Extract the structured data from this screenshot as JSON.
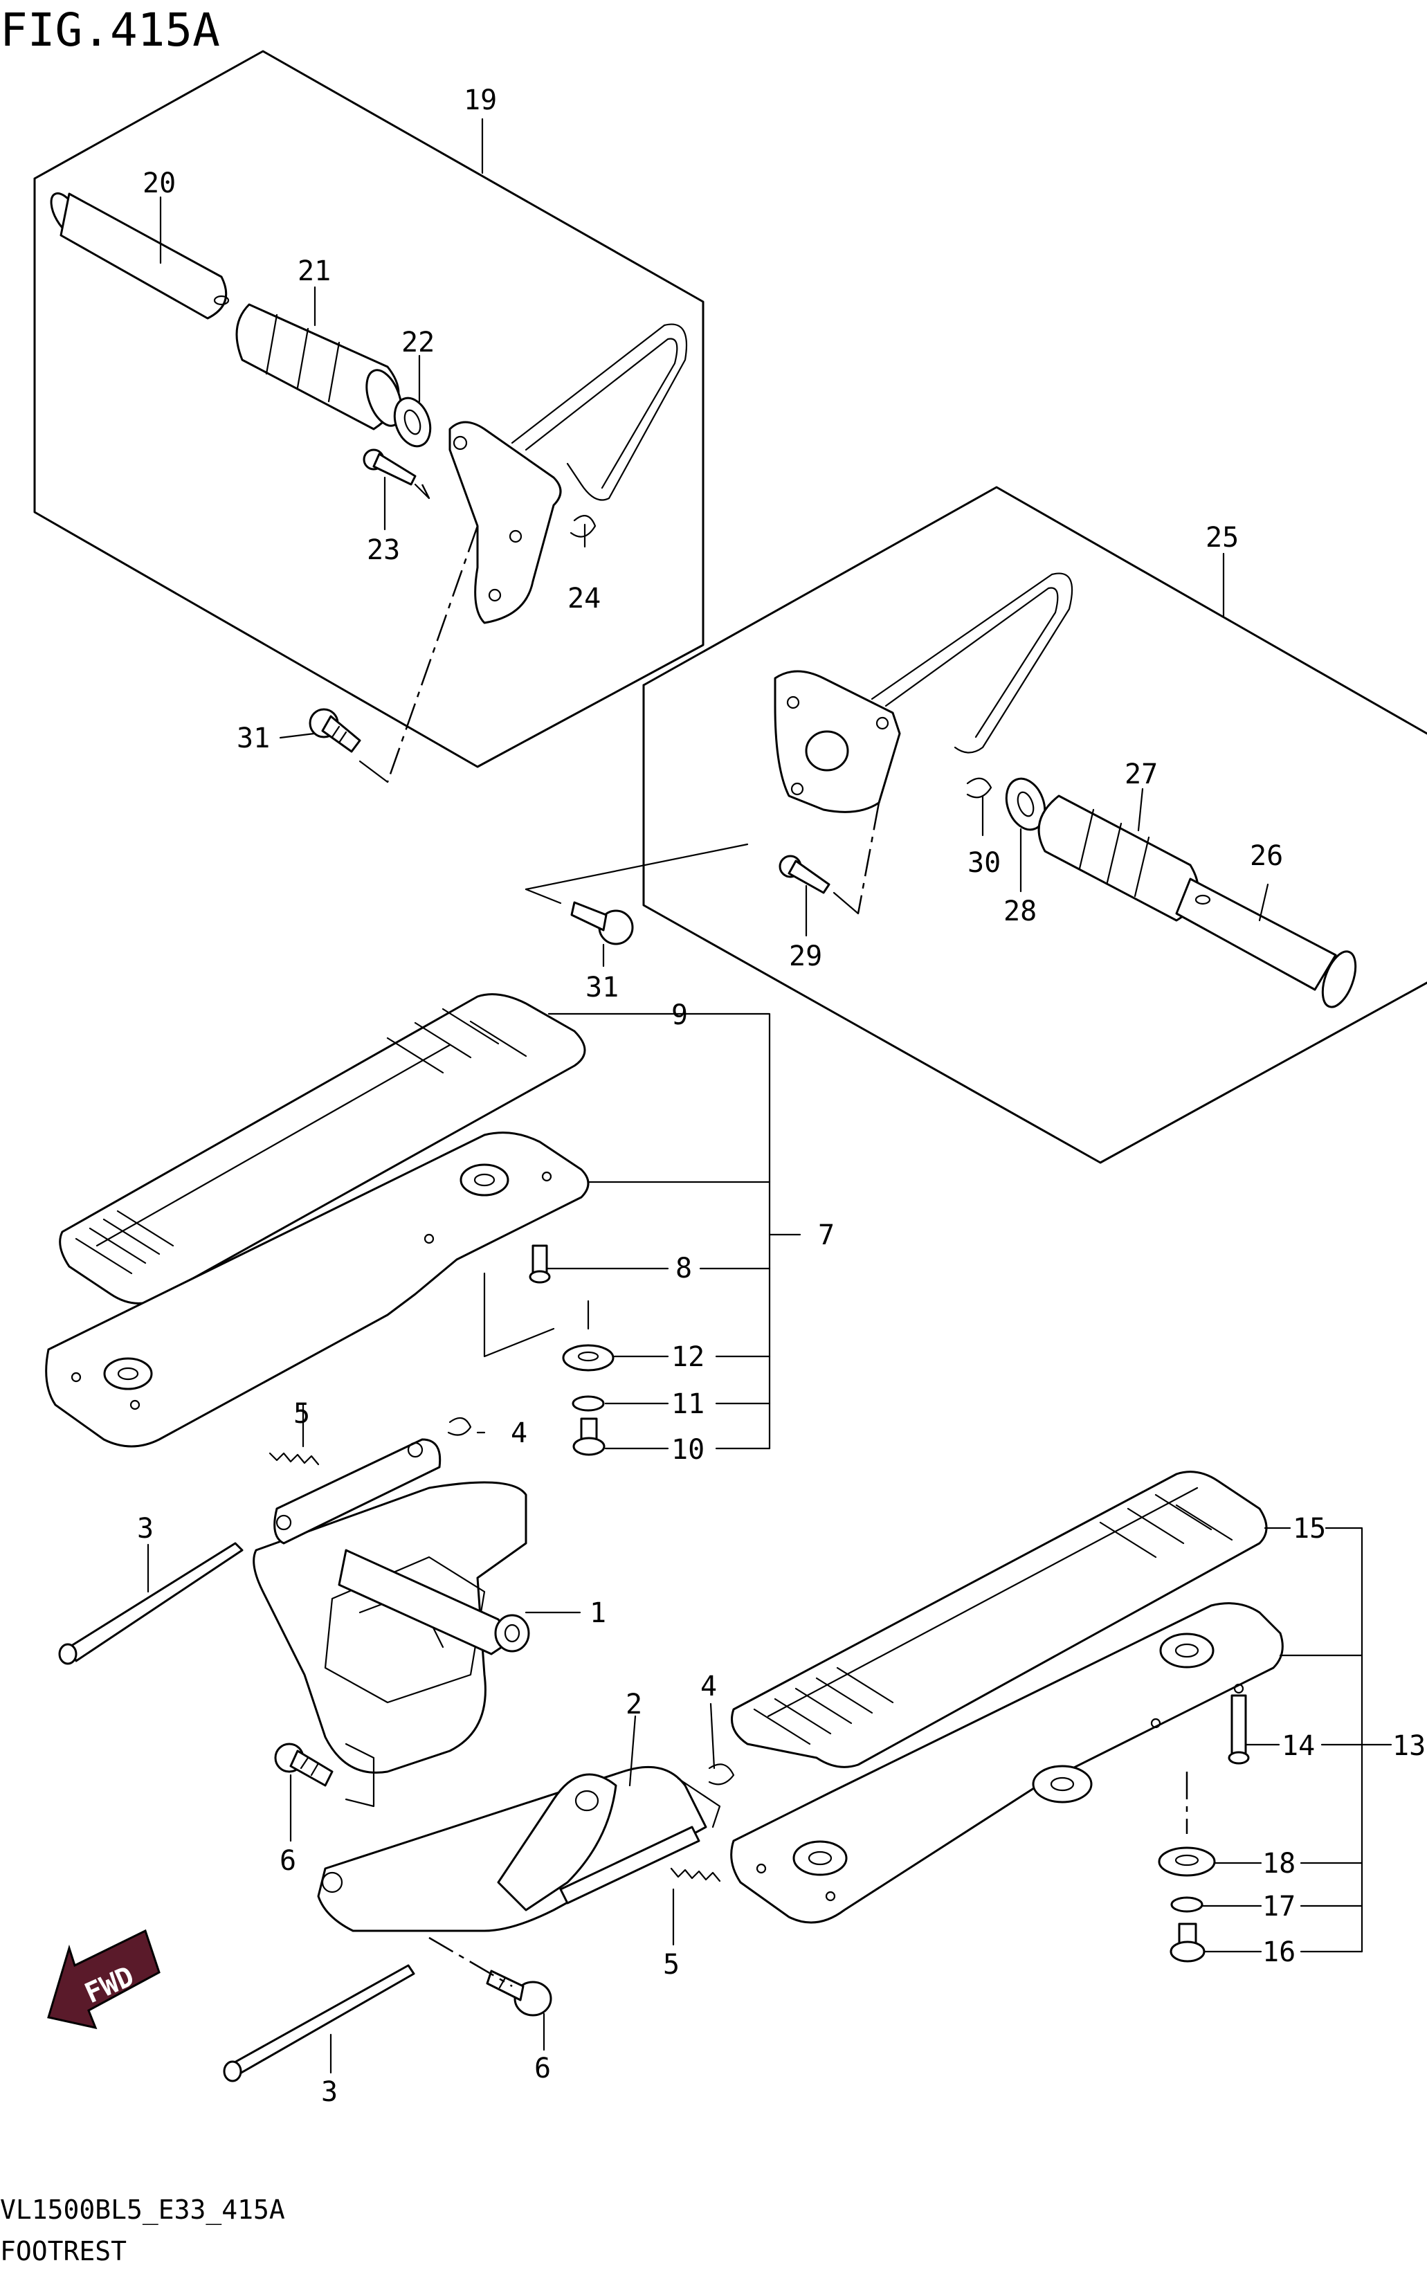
{
  "figure": {
    "title": "FIG.415A",
    "code": "VL1500BL5_E33_415A",
    "caption": "FOOTREST",
    "fwd_label": "FWD"
  },
  "callouts": {
    "c1": "1",
    "c2": "2",
    "c3a": "3",
    "c3b": "3",
    "c4a": "4",
    "c4b": "4",
    "c5a": "5",
    "c5b": "5",
    "c6a": "6",
    "c6b": "6",
    "c7": "7",
    "c8": "8",
    "c9": "9",
    "c10": "10",
    "c11": "11",
    "c12": "12",
    "c13": "13",
    "c14": "14",
    "c15": "15",
    "c16": "16",
    "c17": "17",
    "c18": "18",
    "c19": "19",
    "c20": "20",
    "c21": "21",
    "c22": "22",
    "c23": "23",
    "c24": "24",
    "c25": "25",
    "c26": "26",
    "c27": "27",
    "c28": "28",
    "c29": "29",
    "c30": "30",
    "c31a": "31",
    "c31b": "31"
  }
}
